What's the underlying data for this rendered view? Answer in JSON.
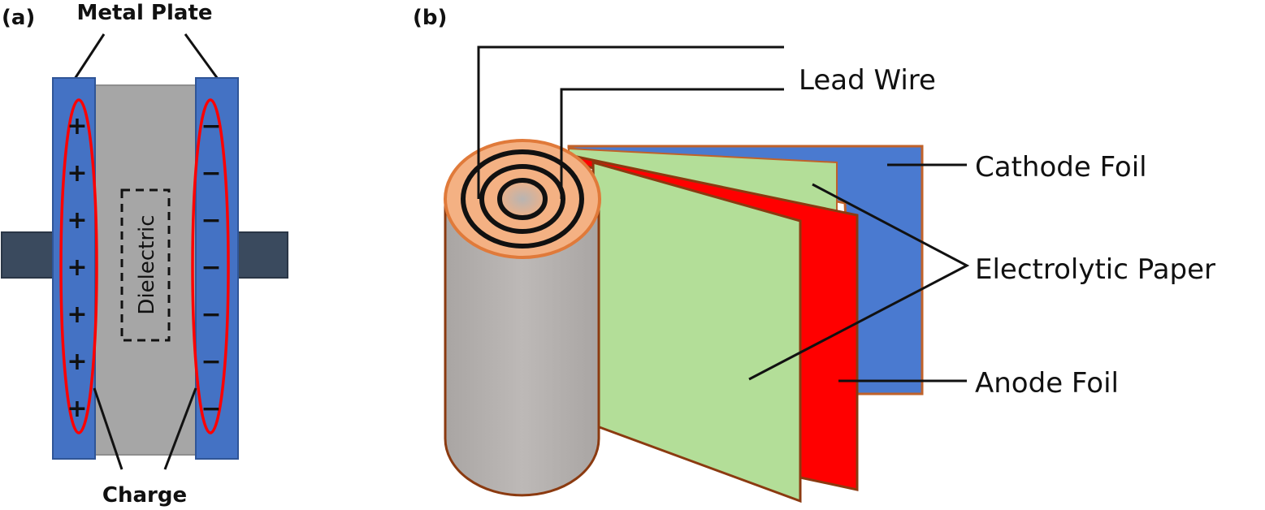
{
  "panels": {
    "a": {
      "label": "(a)",
      "metal_plate_label": "Metal Plate",
      "dielectric_label": "Dielectric",
      "charge_label": "Charge",
      "positive_symbol": "+",
      "negative_symbol": "−",
      "positive_count": 7,
      "negative_count": 7
    },
    "b": {
      "label": "(b)",
      "lead_wire_label": "Lead Wire",
      "cathode_foil_label": "Cathode Foil",
      "electrolytic_paper_label": "Electrolytic Paper",
      "anode_foil_label": "Anode Foil"
    }
  },
  "colors": {
    "metal_plate": "#4472c4",
    "dielectric": "#a6a6a6",
    "terminal": "#3a4a5e",
    "charge_outline": "#ff0000",
    "cathode_foil": "#4a7ad0",
    "anode_foil": "#ff0000",
    "paper": "#b3de98",
    "foil_edge": "#c0622a",
    "roll_body": "#b8b4b2",
    "roll_top": "#f4b183"
  }
}
